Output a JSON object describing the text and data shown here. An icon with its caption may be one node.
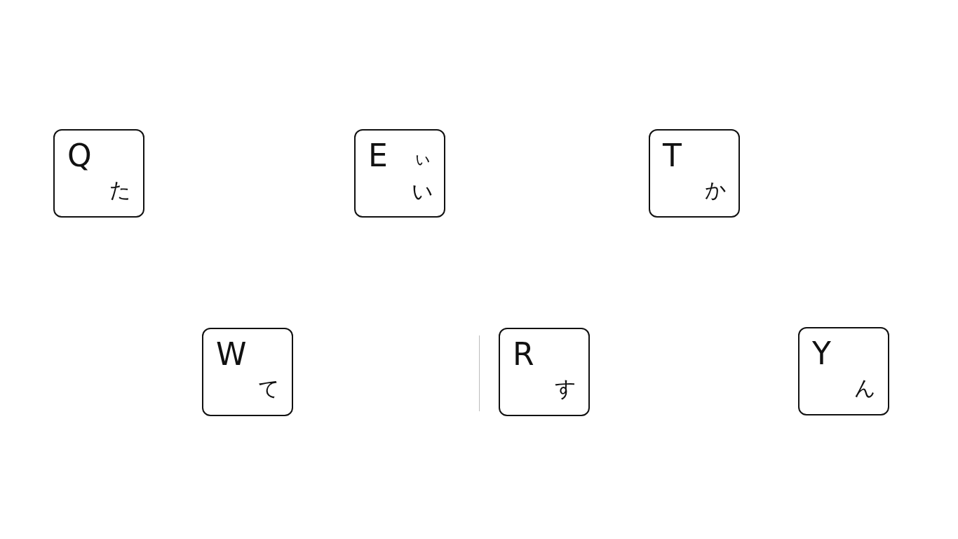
{
  "diagram": {
    "nodes": [
      {
        "text": [
          "Q",
          "た"
        ]
      },
      {
        "text": [
          "E",
          "ぃ",
          "い"
        ]
      },
      {
        "text": [
          "T",
          "か"
        ]
      },
      {
        "text": [
          "W",
          "て"
        ]
      },
      {
        "text": [
          "R",
          "す"
        ]
      },
      {
        "text": [
          "Y",
          "ん"
        ]
      }
    ]
  }
}
